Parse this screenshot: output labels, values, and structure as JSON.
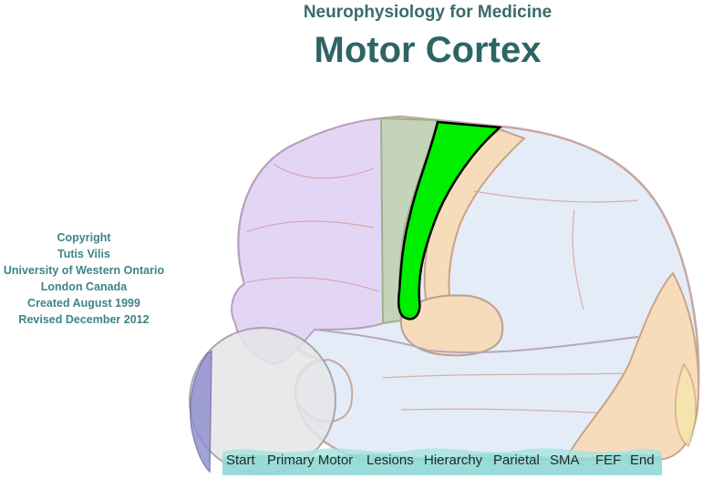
{
  "header": {
    "subtitle": "Neurophysiology for Medicine",
    "title": "Motor Cortex"
  },
  "copyright": [
    "Copyright",
    "Tutis Vilis",
    "University of Western Ontario",
    "London Canada",
    "Created August 1999",
    "Revised December 2012"
  ],
  "nav": {
    "start": "Start",
    "primary_motor": "Primary Motor",
    "lesions": "Lesions",
    "hierarchy": "Hierarchy",
    "parietal": "Parietal",
    "sma": "SMA",
    "fef": "FEF",
    "end": "End"
  },
  "colors": {
    "title": "#2f6464",
    "copyright": "#3f8484",
    "frontal": "#e3d6f5",
    "premotor": "#c4d4b8",
    "primary_motor": "#00ee00",
    "somatosensory": "#f7dcbc",
    "parietal_temporal": "#e4edf7",
    "occipital": "#f7dcbc",
    "eye": "#dcdcdc",
    "nav_wave": "#a8e4e0"
  }
}
